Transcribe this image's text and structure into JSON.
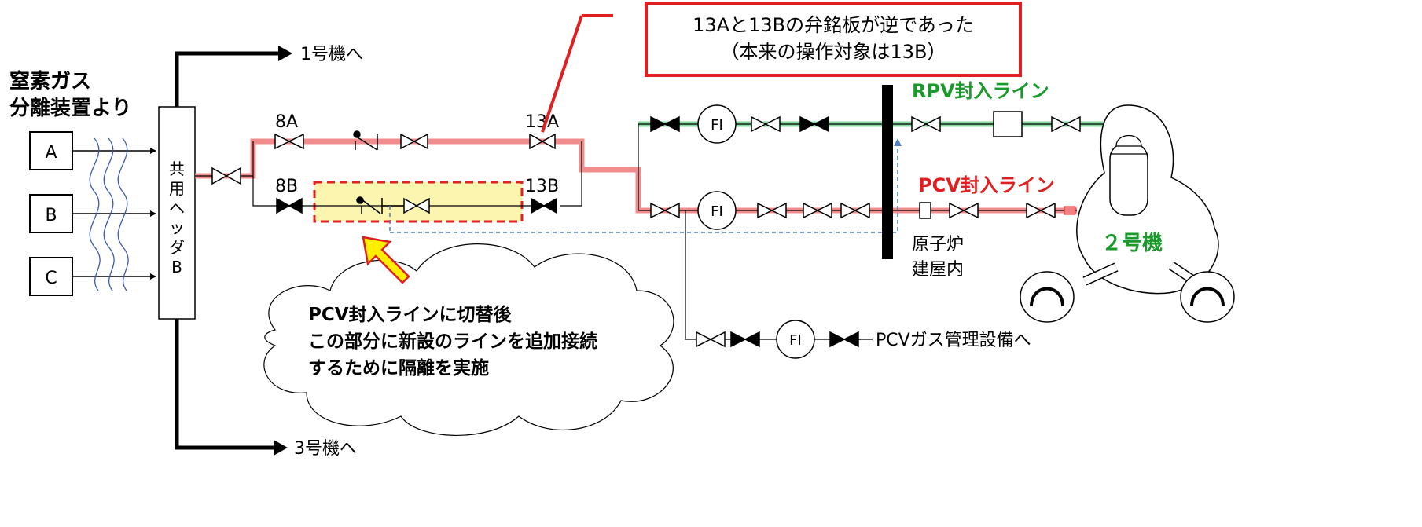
{
  "source": {
    "title_line1": "窒素ガス",
    "title_line2": "分離装置より",
    "units": [
      "A",
      "B",
      "C"
    ]
  },
  "header": {
    "chars": [
      "共",
      "用",
      "ヘ",
      "ッ",
      "ダ",
      "B"
    ]
  },
  "destinations": {
    "unit1": "1号機へ",
    "unit3": "3号機へ",
    "pcv_gas": "PCVガス管理設備へ"
  },
  "valves": {
    "v8A": "8A",
    "v8B": "8B",
    "v13A": "13A",
    "v13B": "13B"
  },
  "instruments": {
    "fi": "FI"
  },
  "lines": {
    "rpv": "RPV封入ライン",
    "pcv": "PCV封入ライン"
  },
  "building": {
    "line1": "原子炉",
    "line2": "建屋内"
  },
  "reactor": {
    "label": "２号機"
  },
  "callout_top": {
    "line1": "13Aと13Bの弁銘板が逆であった",
    "line2": "（本来の操作対象は13B）"
  },
  "callout_cloud": {
    "line1": "PCV封入ラインに切替後",
    "line2": "この部分に新設のラインを追加接続",
    "line3": "するために隔離を実施"
  },
  "colors": {
    "rpv_green": "#1a9a2a",
    "rpv_line": "#7fd49a",
    "pcv_red": "#e02020",
    "pcv_line": "#f08080",
    "callout_border": "#e02020",
    "highlight_fill": "#fbf5b0",
    "arrow_yellow": "#ffee00",
    "dashed_blue": "#4a7fc0"
  }
}
